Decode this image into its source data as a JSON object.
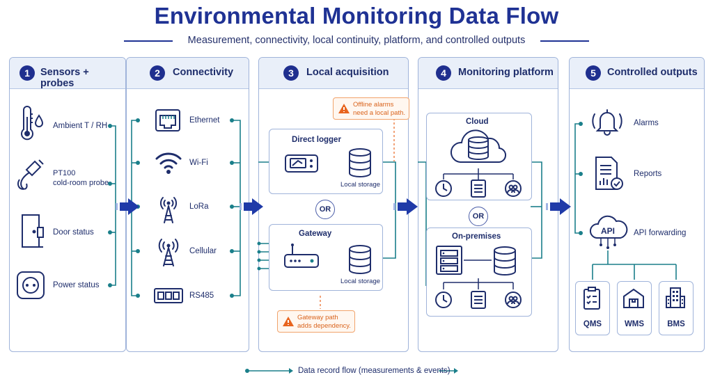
{
  "header": {
    "title": "Environmental Monitoring Data Flow",
    "subtitle": "Measurement, connectivity, local continuity, platform, and controlled outputs"
  },
  "colors": {
    "navy": "#1f2f8f",
    "teal": "#1a7f8a",
    "border": "#9fb3da",
    "warning": "#e8641e"
  },
  "panels": [
    {
      "num": "1",
      "title": "Sensors + probes"
    },
    {
      "num": "2",
      "title": "Connectivity"
    },
    {
      "num": "3",
      "title": "Local acquisition"
    },
    {
      "num": "4",
      "title": "Monitoring platform"
    },
    {
      "num": "5",
      "title": "Controlled outputs"
    }
  ],
  "sensors": [
    {
      "label": "Ambient T / RH",
      "icon": "thermometer-humidity-icon"
    },
    {
      "label": "PT100",
      "label2": "cold-room probe",
      "icon": "probe-icon"
    },
    {
      "label": "Door status",
      "icon": "door-icon"
    },
    {
      "label": "Power status",
      "icon": "power-socket-icon"
    }
  ],
  "connectivity": [
    {
      "label": "Ethernet",
      "icon": "ethernet-port-icon"
    },
    {
      "label": "Wi-Fi",
      "icon": "wifi-icon"
    },
    {
      "label": "LoRa",
      "icon": "antenna-icon"
    },
    {
      "label": "Cellular",
      "icon": "cell-tower-icon"
    },
    {
      "label": "RS485",
      "icon": "rs485-connector-icon"
    }
  ],
  "acquisition": {
    "warning_top": [
      "Offline alarms",
      "need a local path."
    ],
    "direct_logger": {
      "title": "Direct logger",
      "storage": "Local storage"
    },
    "or_label": "OR",
    "gateway": {
      "title": "Gateway",
      "storage": "Local storage"
    },
    "warning_bottom": [
      "Gateway path",
      "adds dependency."
    ]
  },
  "platform": {
    "cloud": {
      "title": "Cloud"
    },
    "or_label": "OR",
    "onprem": {
      "title": "On-premises"
    }
  },
  "outputs": [
    {
      "label": "Alarms",
      "icon": "bell-icon"
    },
    {
      "label": "Reports",
      "icon": "report-icon"
    },
    {
      "label": "API forwarding",
      "icon": "api-cloud-icon"
    }
  ],
  "systems": [
    {
      "label": "QMS",
      "icon": "checklist-icon"
    },
    {
      "label": "WMS",
      "icon": "warehouse-icon"
    },
    {
      "label": "BMS",
      "icon": "building-icon"
    }
  ],
  "legend": {
    "label": "Data record flow (measurements & events)"
  }
}
